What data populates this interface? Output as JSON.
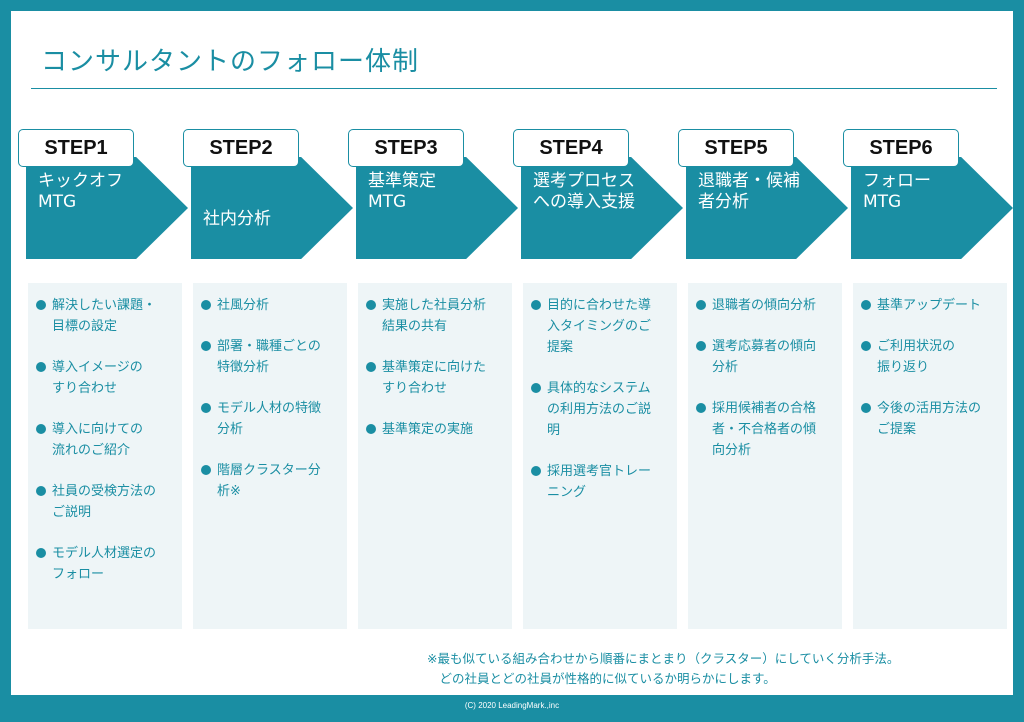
{
  "title": "コンサルタントのフォロー体制",
  "steps": [
    {
      "tab": "STEP1",
      "label": "キックオフ\nMTG",
      "items": [
        "解決したい課題・\n目標の設定",
        "導入イメージの\nすり合わせ",
        "導入に向けての\n流れのご紹介",
        "社員の受検方法の\nご説明",
        "モデル人材選定の\nフォロー"
      ]
    },
    {
      "tab": "STEP2",
      "label": "社内分析",
      "items": [
        "社風分析",
        "部署・職種ごとの\n特徴分析",
        "モデル人材の特徴\n分析",
        "階層クラスター分\n析※"
      ]
    },
    {
      "tab": "STEP3",
      "label": "基準策定\nMTG",
      "items": [
        "実施した社員分析\n結果の共有",
        "基準策定に向けた\nすり合わせ",
        "基準策定の実施"
      ]
    },
    {
      "tab": "STEP4",
      "label": "選考プロセス\nへの導入支援",
      "items": [
        "目的に合わせた導\n入タイミングのご\n提案",
        "具体的なシステム\nの利用方法のご説\n明",
        "採用選考官トレー\nニング"
      ]
    },
    {
      "tab": "STEP5",
      "label": "退職者・候補\n者分析",
      "items": [
        "退職者の傾向分析",
        "選考応募者の傾向\n分析",
        "採用候補者の合格\n者・不合格者の傾\n向分析"
      ]
    },
    {
      "tab": "STEP6",
      "label": "フォロー\nMTG",
      "items": [
        "基準アップデート",
        "ご利用状況の\n振り返り",
        "今後の活用方法の\nご提案"
      ]
    }
  ],
  "note": "※最も似ている組み合わせから順番にまとまり（クラスター）にしていく分析手法。\n　どの社員とどの社員が性格的に似ているか明らかにします。",
  "footer": "(C) 2020 LeadingMark.,inc",
  "colors": {
    "accent": "#1a8ea3",
    "panel": "#eef5f7"
  }
}
